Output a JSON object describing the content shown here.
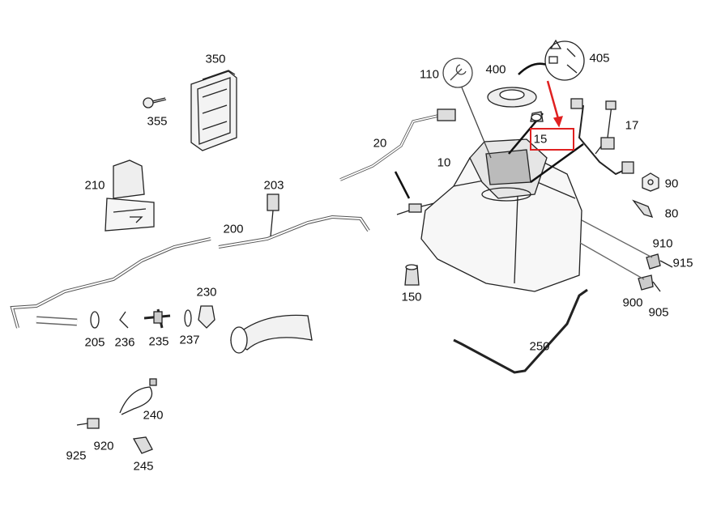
{
  "highlight_color": "#e02020",
  "highlighted_part": "15",
  "callouts": {
    "p350": "350",
    "p355": "355",
    "p210": "210",
    "p203": "203",
    "p200": "200",
    "p20": "20",
    "p10": "10",
    "p110": "110",
    "p400": "400",
    "p405": "405",
    "p15": "15",
    "p17": "17",
    "p90": "90",
    "p80": "80",
    "p910": "910",
    "p915": "915",
    "p900": "900",
    "p905": "905",
    "p150": "150",
    "p250": "250",
    "p230": "230",
    "p205": "205",
    "p236": "236",
    "p235": "235",
    "p237": "237",
    "p240": "240",
    "p920": "920",
    "p925": "925",
    "p245": "245"
  }
}
